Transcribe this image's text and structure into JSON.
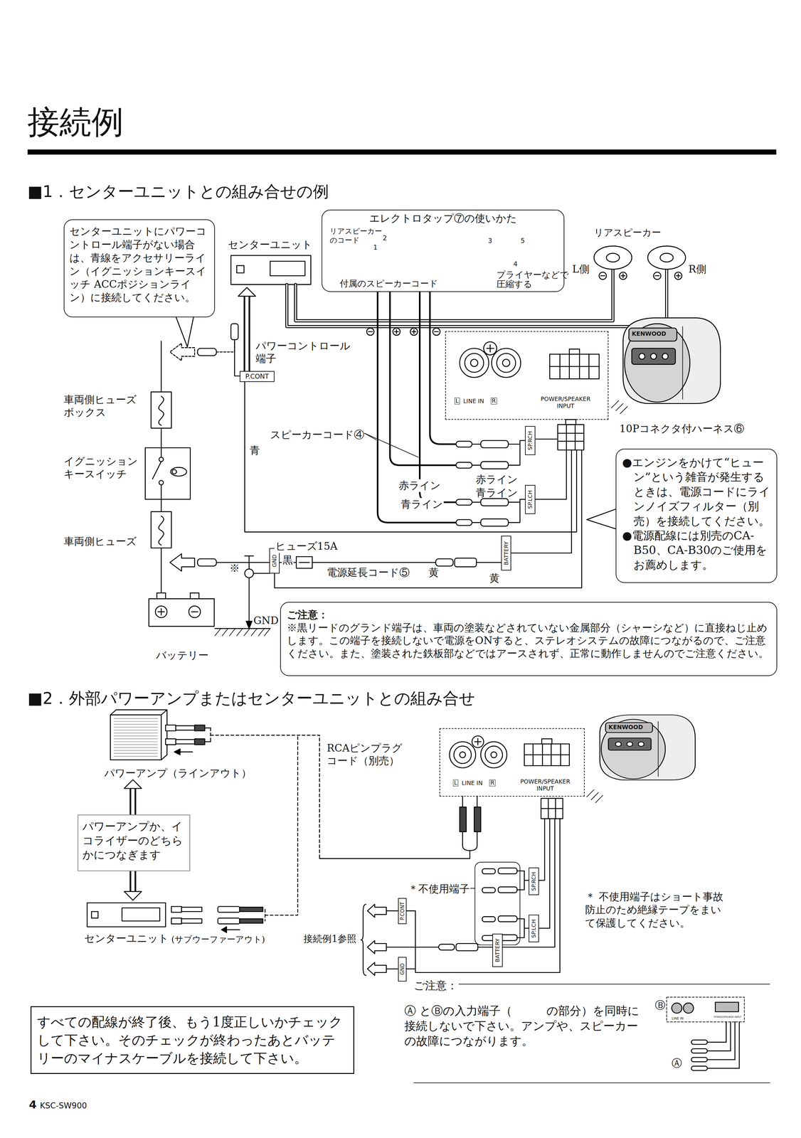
{
  "diagram": {
    "title": "接続例",
    "nodes": [
      {
        "text": [
          "センターユニットにパワーコントロール端子がない場合は、青線をアクセサリーライン（イグニッションキースイッチ ACCポジションライン）に接続してください。"
        ]
      },
      {
        "text": [
          "センターユニット"
        ]
      },
      {
        "text": [
          "エレクトロタップ⑦の使いかた"
        ]
      },
      {
        "text": [
          "P.CONT"
        ]
      },
      {
        "text": [
          "L",
          "LINE IN",
          "R",
          "POWER/SPEAKER INPUT"
        ]
      },
      {
        "text": [
          "SP.RCH"
        ]
      },
      {
        "text": [
          "SP.LCH"
        ]
      },
      {
        "text": [
          "BATTERY"
        ]
      },
      {
        "text": [
          "GND"
        ]
      },
      {
        "text": [
          "●エンジンをかけて“ヒューン”という雑音が発生するときは、電源コードにラインノイズフィルター（別売）を接続してください。",
          "●電源配線には別売のCA-B50、CA-B30のご使用をお薦めします。"
        ]
      },
      {
        "text": [
          "バッテリー"
        ]
      },
      {
        "text": [
          "ご注意：",
          "※黒リードのグランド端子は、車両の塗装などされていない金属部分（シャーシなど）に直接ねじ止めします。この端子を接続しないで電源をONすると、ステレオシステムの故障につながるので、ご注意ください。また、塗装された鉄板部などではアースされず、正常に動作しませんのでご注意ください。"
        ]
      },
      {
        "text": [
          "パワーアンプ（ラインアウト）"
        ]
      },
      {
        "text": [
          "パワーアンプか、イコライザーのどちらかにつなぎます"
        ]
      },
      {
        "text": [
          "センターユニット"
        ]
      },
      {
        "text": [
          "L",
          "LINE IN",
          "R",
          "POWER/SPEAKER INPUT"
        ]
      },
      {
        "text": [
          "P.CONT"
        ]
      },
      {
        "text": [
          "SP.RCH"
        ]
      },
      {
        "text": [
          "SP.LCH"
        ]
      },
      {
        "text": [
          "BATTERY"
        ]
      },
      {
        "text": [
          "GND"
        ]
      },
      {
        "text": [
          "すべての配線が終了後、もう1度正しいかチェックして下さい。そのチェックが終わったあとバッテリーのマイナスケーブルを接続して下さい。"
        ]
      }
    ],
    "edges": [
      {
        "from": 3,
        "to": 1,
        "arrow": "to"
      },
      {
        "from": 13,
        "to": 12,
        "arrow": "to"
      },
      {
        "from": 13,
        "to": 14,
        "arrow": "to"
      }
    ],
    "labels": [
      "■1．センターユニットとの組み合せの例",
      "リアスピーカー のコード",
      "1",
      "2",
      "3",
      "4",
      "5",
      "付属のスピーカーコード",
      "プライヤーなどで 圧縮する",
      "リアスピーカー",
      "L側",
      "R側",
      "パワーコントロール 端子",
      "車両側ヒューズ ボックス",
      "スピーカーコード④",
      "青",
      "10Pコネクタ付ハーネス⑥",
      "イグニッション キースイッチ",
      "赤ライン",
      "赤ライン",
      "青ライン",
      "青ライン",
      "車両側ヒューズ",
      "ヒューズ15A",
      "黒",
      "※",
      "電源延長コード⑤",
      "黄",
      "黄",
      "GND",
      "KENWOOD",
      "■2．外部パワーアンプまたはセンターユニットとの組み合せ",
      "RCAピンプラグ コード（別売）",
      "KENWOOD",
      "＊不使用端子",
      "(サブウーファーアウト)",
      "接続例1参照",
      "＊ 不使用端子はショート事故防止のため絶縁テープをまいて保護してください。",
      "ご注意：",
      "Ⓐ とⒷの入力端子（　　　の部分）を同時に接続しないで下さい。アンプや、スピーカーの故障につながります。",
      "Ⓑ",
      "LINE IN",
      "POWER/SPEAKER INPUT",
      "Ⓐ",
      "4",
      "KSC-SW900"
    ]
  }
}
